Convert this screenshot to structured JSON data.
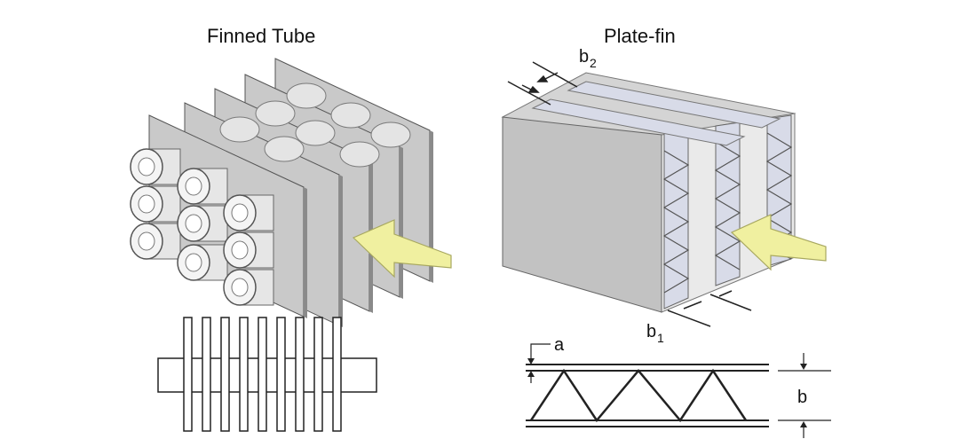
{
  "titles": {
    "finned_tube": "Finned Tube",
    "plate_fin": "Plate-fin"
  },
  "labels": {
    "b2_main": "b",
    "b2_sub": "2",
    "b1_main": "b",
    "b1_sub": "1",
    "a": "a",
    "b": "b"
  },
  "colors": {
    "fin_fill": "#c9c9c9",
    "fin_edge": "#e8e8e8",
    "tube_fill": "#e6e6e6",
    "arrow_fill": "#f0f0a0",
    "line": "#222222",
    "plate_front": "#c2c2c2",
    "plate_side": "#eaeaea",
    "plate_top": "#d4d4d4",
    "corrugation_band": "#d8dbe8"
  },
  "icons": {
    "flow_arrow": "flow-arrow-icon"
  }
}
